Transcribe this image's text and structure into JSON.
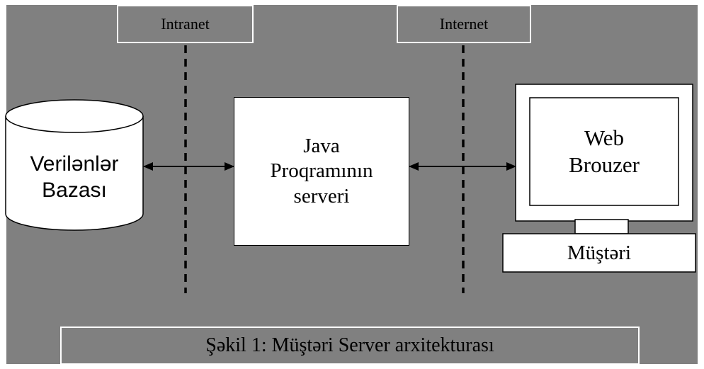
{
  "zones": {
    "intranet_label": "Intranet",
    "internet_label": "Internet"
  },
  "database": {
    "line1": "Verilənlər",
    "line2": "Bazası"
  },
  "server": {
    "line1": "Java",
    "line2": "Proqramının",
    "line3": "serveri"
  },
  "browser": {
    "line1": "Web",
    "line2": "Brouzer"
  },
  "client": {
    "label": "Müştəri"
  },
  "caption": "Şəkil 1: Müştəri Server arxitekturası",
  "colors": {
    "background": "#808080",
    "box_fill": "#ffffff",
    "line": "#000000",
    "label_border": "#ffffff"
  }
}
